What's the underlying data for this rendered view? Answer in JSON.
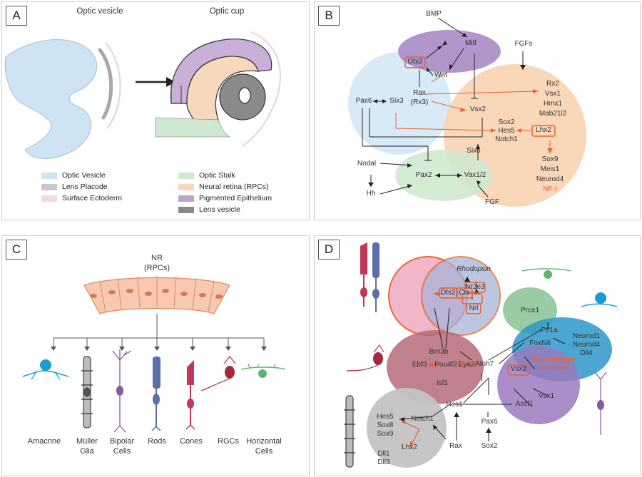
{
  "panelA": {
    "label": "A",
    "title_left": "Optic vesicle",
    "title_right": "Optic cup",
    "legend": [
      {
        "label": "Optic Vesicle",
        "color": "#cfe4f2"
      },
      {
        "label": "Lens Placode",
        "color": "#c8c8c8"
      },
      {
        "label": "Surface Ectoderm",
        "color": "#f3d9e2"
      },
      {
        "label": "Optic Stalk",
        "color": "#cfe9cf"
      },
      {
        "label": "Neural retina (RPCs)",
        "color": "#f8d8bd"
      },
      {
        "label": "Pigmented Epithelium",
        "color": "#bfa3cf"
      },
      {
        "label": "Lens vesicle",
        "color": "#8a8a8a"
      }
    ]
  },
  "panelB": {
    "label": "B",
    "genes": {
      "bmp": "BMP",
      "mitf": "Mitf",
      "otx2": "Otx2",
      "wnt": "Wnt",
      "rax": "Rax",
      "rx3": "(Rx3)",
      "pax6": "Pax6",
      "six3": "Six3",
      "vsx2": "Vsx2",
      "fgfs": "FGFs",
      "rx2": "Rx2",
      "vsx1": "Vsx1",
      "hmx1": "Hmx1",
      "mab21l2": "Mab21l2",
      "sox2": "Sox2",
      "hes5": "Hes5",
      "notch1": "Notch1",
      "lhx2": "Lhx2",
      "six6": "Six6",
      "sox9": "Sox9",
      "meis1": "Meis1",
      "neurod4": "Neurod4",
      "nfi": "NF-I",
      "nodal": "Nodal",
      "pax2": "Pax2",
      "vax12": "Vax1/2",
      "hh": "Hh",
      "fgf": "FGF"
    }
  },
  "panelC": {
    "label": "C",
    "title": "NR",
    "subtitle": "(RPCs)",
    "cells": [
      {
        "line1": "Amacrine",
        "line2": ""
      },
      {
        "line1": "Müller",
        "line2": "Glia"
      },
      {
        "line1": "Bipolar",
        "line2": "Cells"
      },
      {
        "line1": "Rods",
        "line2": ""
      },
      {
        "line1": "Cones",
        "line2": ""
      },
      {
        "line1": "RGCs",
        "line2": ""
      },
      {
        "line1": "Horizontal",
        "line2": "Cells"
      }
    ]
  },
  "panelD": {
    "label": "D",
    "genes": {
      "otx2": "Otx2",
      "crx": "Crx",
      "rhodopsin": "Rhodopsin",
      "nr2e3": "Nr2e3",
      "nrl": "Nrl",
      "prox1": "Prox1",
      "ptf1a": "Ptf1a",
      "foxn4": "FoxN4",
      "neurod1": "Neurod1",
      "neurod4": "Neurod4",
      "dll4": "Dll4",
      "brn3b": "Brn3b",
      "atoh7": "Atoh7",
      "ebf3": "Ebf3",
      "pou4f2": "Pou4f2",
      "eya2": "Eya2",
      "isl1": "Isl1",
      "vsx2": "Vsx2",
      "vsx1": "Vsx1",
      "new1": "New cell-type",
      "new2": "identified",
      "ascl1": "Ascl1",
      "hes1": "Hes1",
      "hes5": "Hes5",
      "sox8": "Sox8",
      "sox9": "Sox9",
      "notch1": "Notch1",
      "lhx2": "Lhx2",
      "dll1": "Dll1",
      "dll3": "Dll3",
      "pax6": "Pax6",
      "rax": "Rax",
      "sox2": "Sox2"
    }
  }
}
